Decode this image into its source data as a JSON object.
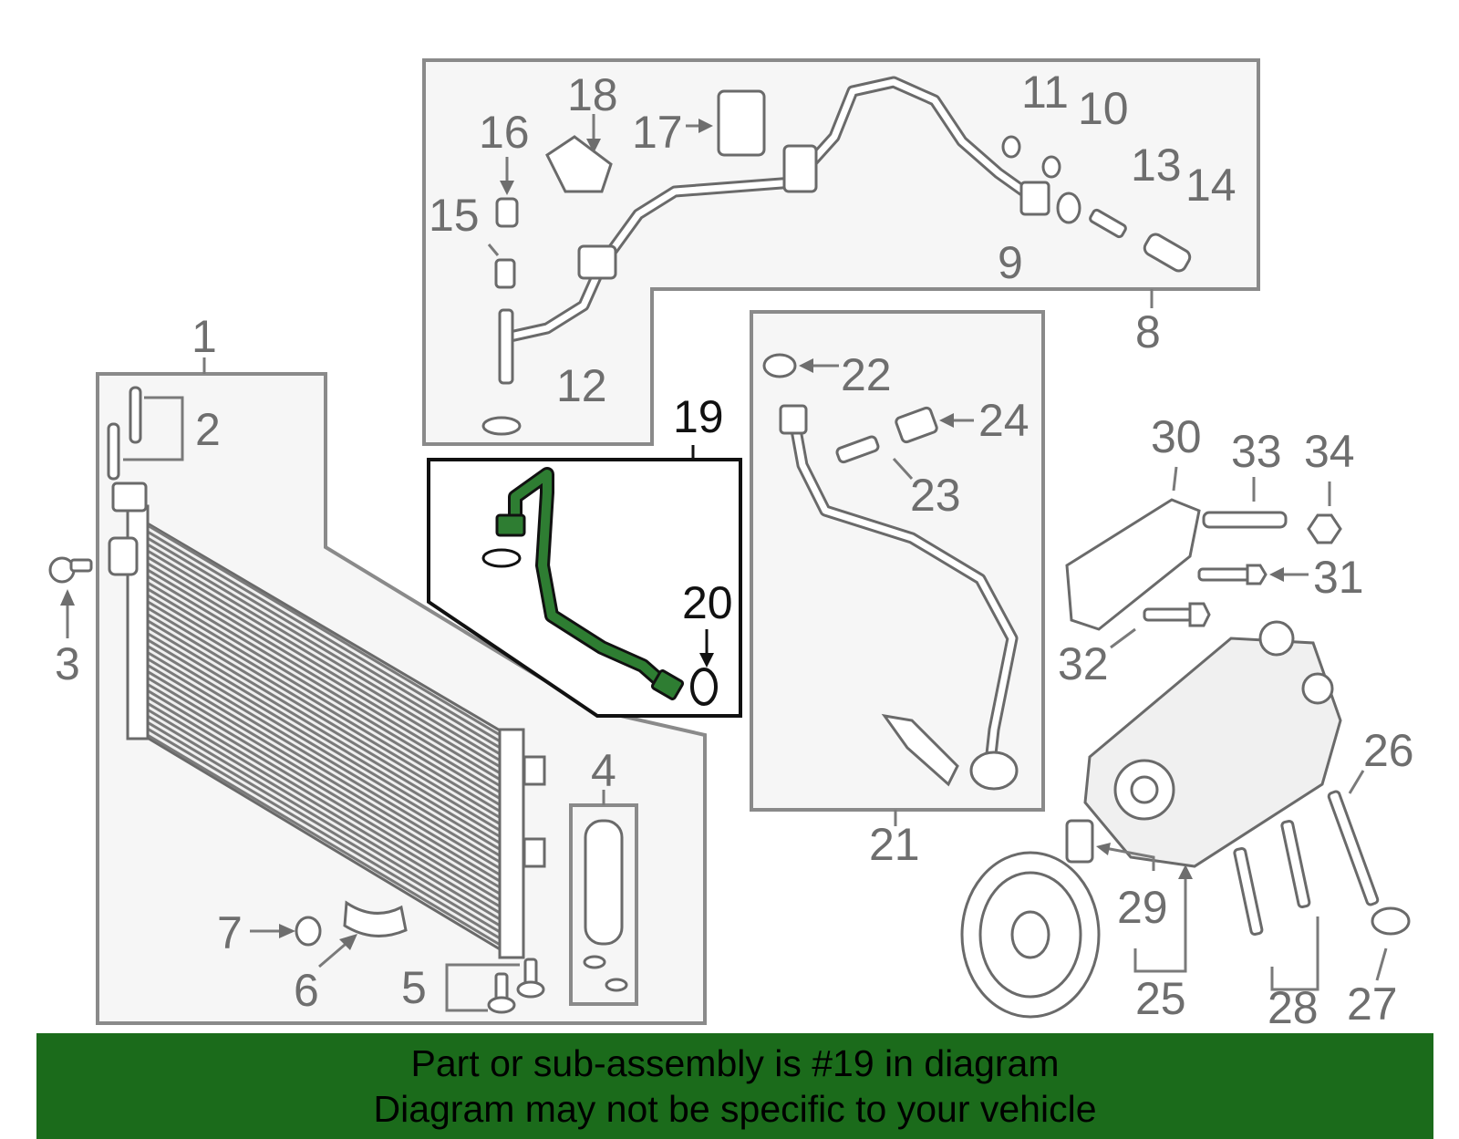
{
  "diagram": {
    "callouts": [
      "1",
      "2",
      "3",
      "4",
      "5",
      "6",
      "7",
      "8",
      "9",
      "10",
      "11",
      "12",
      "13",
      "14",
      "15",
      "16",
      "17",
      "18",
      "19",
      "20",
      "21",
      "22",
      "23",
      "24",
      "25",
      "26",
      "27",
      "28",
      "29",
      "30",
      "31",
      "32",
      "33",
      "34"
    ],
    "highlight_part": "19",
    "highlight_color": "#2e7d32"
  },
  "banner": {
    "line1": "Part or sub-assembly is #19 in diagram",
    "line2": "Diagram may not be specific to your vehicle",
    "background": "#1b6b1b"
  }
}
